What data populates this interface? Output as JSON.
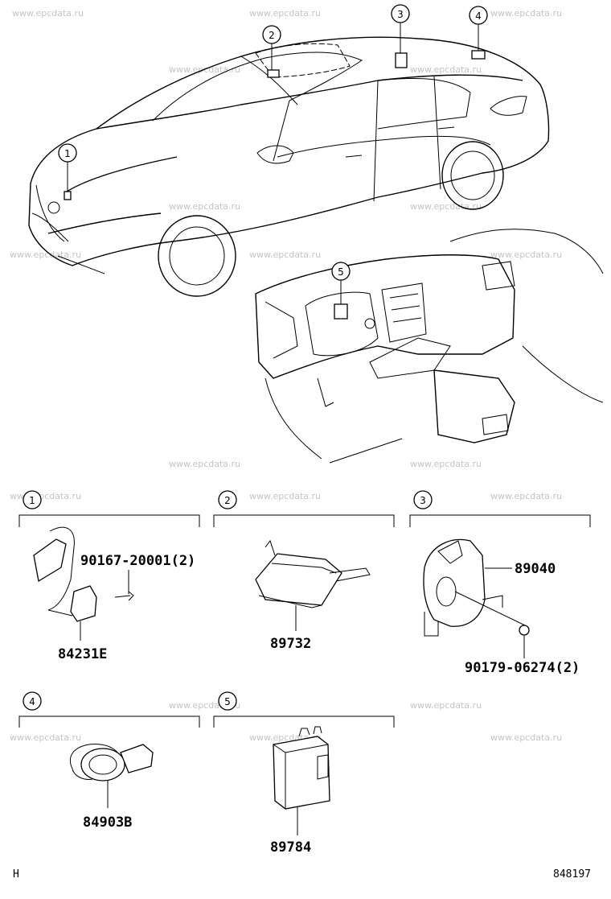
{
  "watermark": "www.epcdata.ru",
  "callouts": [
    "1",
    "2",
    "3",
    "4",
    "5"
  ],
  "panels": [
    {
      "number": "1",
      "main_part": "84231E",
      "fastener": "90167-20001(2)"
    },
    {
      "number": "2",
      "main_part": "89732"
    },
    {
      "number": "3",
      "main_part": "89040",
      "fastener": "90179-06274(2)"
    },
    {
      "number": "4",
      "main_part": "84903B"
    },
    {
      "number": "5",
      "main_part": "89784"
    }
  ],
  "footer": {
    "left": "H",
    "right": "848197"
  }
}
